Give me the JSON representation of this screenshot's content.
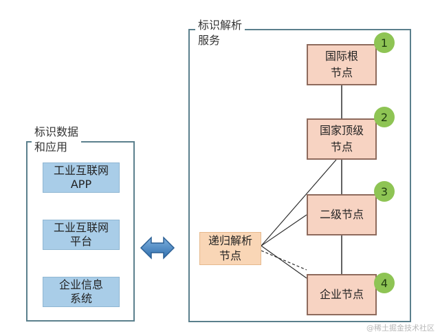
{
  "left_panel": {
    "title": "标识数据\n和应用",
    "boxes": [
      "工业互联网\nAPP",
      "工业互联网\n平台",
      "企业信息\n系统"
    ]
  },
  "right_panel": {
    "title": "标识解析\n服务",
    "nodes": [
      {
        "label": "国际根\n节点",
        "badge": "1"
      },
      {
        "label": "国家顶级\n节点",
        "badge": "2"
      },
      {
        "label": "二级节点",
        "badge": "3"
      },
      {
        "label": "企业节点",
        "badge": "4"
      }
    ],
    "recursive_node": "递归解析\n节点"
  },
  "watermark": "@稀土掘金技术社区",
  "colors": {
    "frame": "#5a7f8c",
    "app_box": "#a9cde8",
    "node_fill": "#f7d3c2",
    "node_border": "#8e6a5c",
    "recursive_fill": "#f9d6b6",
    "badge": "#8ec454",
    "arrow": "#4a86c2"
  }
}
